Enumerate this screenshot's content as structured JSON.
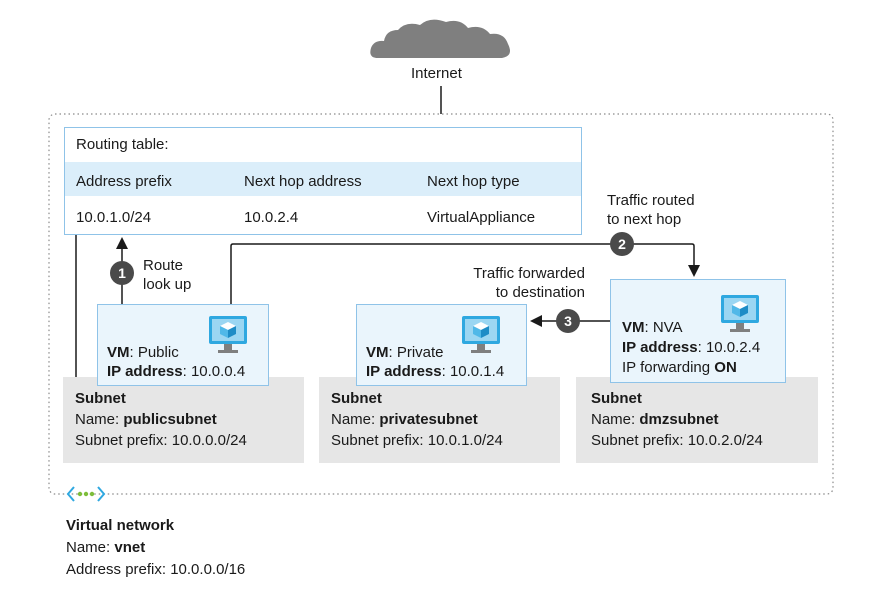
{
  "internet": {
    "label": "Internet"
  },
  "routing_table": {
    "title": "Routing table:",
    "columns": [
      "Address prefix",
      "Next hop address",
      "Next hop type"
    ],
    "row": [
      "10.0.1.0/24",
      "10.0.2.4",
      "VirtualAppliance"
    ]
  },
  "steps": [
    {
      "num": "1",
      "label": "Route\nlook up"
    },
    {
      "num": "2",
      "label": "Traffic routed\nto next hop"
    },
    {
      "num": "3",
      "label": "Traffic forwarded\nto destination"
    }
  ],
  "vms": [
    {
      "vm_key": "VM",
      "vm_name": ": Public",
      "ip_key": "IP address",
      "ip": ": 10.0.0.4"
    },
    {
      "vm_key": "VM",
      "vm_name": ": Private",
      "ip_key": "IP address",
      "ip": ": 10.0.1.4"
    },
    {
      "vm_key": "VM",
      "vm_name": ": NVA",
      "ip_key": "IP address",
      "ip": ": 10.0.2.4",
      "fwd_label": "IP forwarding ",
      "fwd_value": "ON"
    }
  ],
  "subnets": [
    {
      "title": "Subnet",
      "name_label": "Name: ",
      "name": "publicsubnet",
      "prefix": "Subnet prefix: 10.0.0.0/24"
    },
    {
      "title": "Subnet",
      "name_label": "Name: ",
      "name": "privatesubnet",
      "prefix": "Subnet prefix: 10.0.1.0/24"
    },
    {
      "title": "Subnet",
      "name_label": "Name: ",
      "name": "dmzsubnet",
      "prefix": "Subnet prefix: 10.0.2.0/24"
    }
  ],
  "vnet": {
    "title": "Virtual network",
    "name_label": "Name: ",
    "name": "vnet",
    "prefix": "Address prefix: 10.0.0.0/16"
  },
  "colors": {
    "accent": "#8fc3e8",
    "badge": "#4a4a4a",
    "subnet_bg": "#e6e6e6",
    "vm_icon": "#2fa8e0",
    "vnet_icon": "#7dbd3a"
  }
}
